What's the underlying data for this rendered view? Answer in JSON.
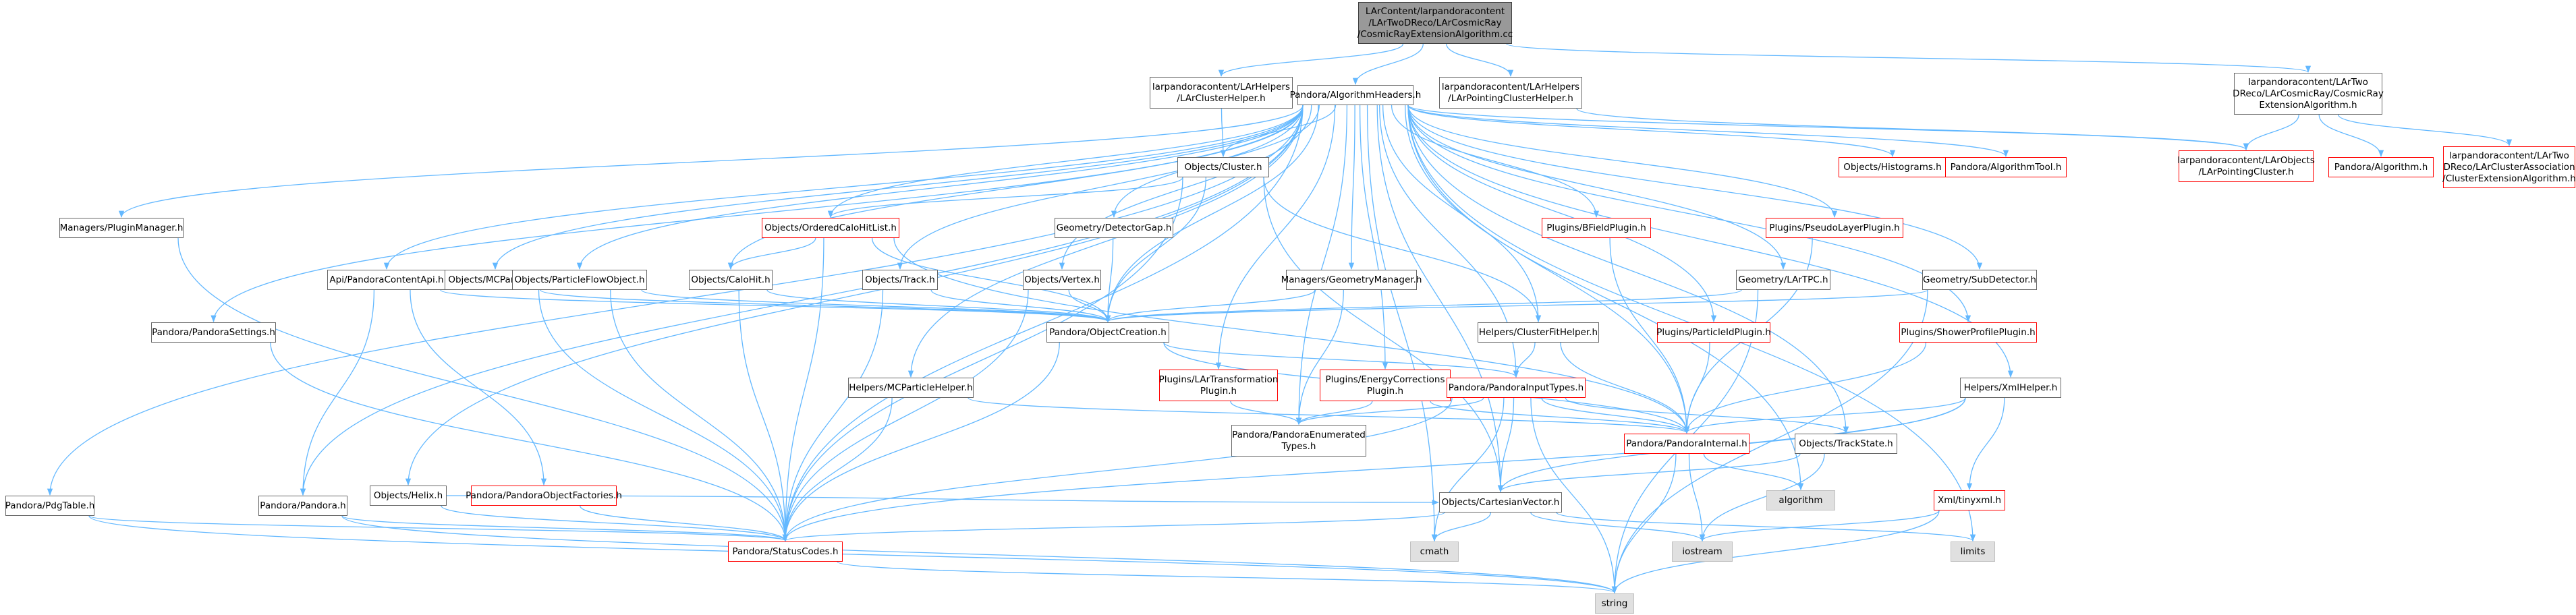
{
  "nodes": [
    {
      "id": "root",
      "lines": [
        "LArContent/larpandoracontent",
        "/LArTwoDReco/LArCosmicRay",
        "/CosmicRayExtensionAlgorithm.cc"
      ],
      "kind": "root"
    },
    {
      "id": "clusterhelper",
      "lines": [
        "larpandoracontent/LArHelpers",
        "/LArClusterHelper.h"
      ],
      "kind": "normal"
    },
    {
      "id": "alghdr",
      "lines": [
        "Pandora/AlgorithmHeaders.h"
      ],
      "kind": "normal"
    },
    {
      "id": "pointingclusterhelper",
      "lines": [
        "larpandoracontent/LArHelpers",
        "/LArPointingClusterHelper.h"
      ],
      "kind": "normal"
    },
    {
      "id": "cosmicalg",
      "lines": [
        "larpandoracontent/LArTwo",
        "DReco/LArCosmicRay/CosmicRay",
        "ExtensionAlgorithm.h"
      ],
      "kind": "normal"
    },
    {
      "id": "objcluster",
      "lines": [
        "Objects/Cluster.h"
      ],
      "kind": "normal"
    },
    {
      "id": "histograms",
      "lines": [
        "Objects/Histograms.h"
      ],
      "kind": "red"
    },
    {
      "id": "algtool",
      "lines": [
        "Pandora/AlgorithmTool.h"
      ],
      "kind": "red"
    },
    {
      "id": "pointingcluster",
      "lines": [
        "larpandoracontent/LArObjects",
        "/LArPointingCluster.h"
      ],
      "kind": "red"
    },
    {
      "id": "algorithmh",
      "lines": [
        "Pandora/Algorithm.h"
      ],
      "kind": "red"
    },
    {
      "id": "clusterext",
      "lines": [
        "larpandoracontent/LArTwo",
        "DReco/LArClusterAssociation",
        "/ClusterExtensionAlgorithm.h"
      ],
      "kind": "red"
    },
    {
      "id": "pluginmgr",
      "lines": [
        "Managers/PluginManager.h"
      ],
      "kind": "normal"
    },
    {
      "id": "orderedcalo",
      "lines": [
        "Objects/OrderedCaloHitList.h"
      ],
      "kind": "red"
    },
    {
      "id": "detectorgap",
      "lines": [
        "Geometry/DetectorGap.h"
      ],
      "kind": "normal"
    },
    {
      "id": "bfield",
      "lines": [
        "Plugins/BFieldPlugin.h"
      ],
      "kind": "red"
    },
    {
      "id": "pseudolayer",
      "lines": [
        "Plugins/PseudoLayerPlugin.h"
      ],
      "kind": "red"
    },
    {
      "id": "contentapi",
      "lines": [
        "Api/PandoraContentApi.h"
      ],
      "kind": "normal"
    },
    {
      "id": "mcparticle",
      "lines": [
        "Objects/MCParticle.h"
      ],
      "kind": "normal"
    },
    {
      "id": "pfo",
      "lines": [
        "Objects/ParticleFlowObject.h"
      ],
      "kind": "normal"
    },
    {
      "id": "calohit",
      "lines": [
        "Objects/CaloHit.h"
      ],
      "kind": "normal"
    },
    {
      "id": "track",
      "lines": [
        "Objects/Track.h"
      ],
      "kind": "normal"
    },
    {
      "id": "vertex",
      "lines": [
        "Objects/Vertex.h"
      ],
      "kind": "normal"
    },
    {
      "id": "geomgr",
      "lines": [
        "Managers/GeometryManager.h"
      ],
      "kind": "normal"
    },
    {
      "id": "lartpc",
      "lines": [
        "Geometry/LArTPC.h"
      ],
      "kind": "normal"
    },
    {
      "id": "subdetector",
      "lines": [
        "Geometry/SubDetector.h"
      ],
      "kind": "normal"
    },
    {
      "id": "settings",
      "lines": [
        "Pandora/PandoraSettings.h"
      ],
      "kind": "normal"
    },
    {
      "id": "objcreation",
      "lines": [
        "Pandora/ObjectCreation.h"
      ],
      "kind": "normal"
    },
    {
      "id": "clusterfit",
      "lines": [
        "Helpers/ClusterFitHelper.h"
      ],
      "kind": "normal"
    },
    {
      "id": "pid",
      "lines": [
        "Plugins/ParticleIdPlugin.h"
      ],
      "kind": "red"
    },
    {
      "id": "showerprofile",
      "lines": [
        "Plugins/ShowerProfilePlugin.h"
      ],
      "kind": "red"
    },
    {
      "id": "mchelper",
      "lines": [
        "Helpers/MCParticleHelper.h"
      ],
      "kind": "normal"
    },
    {
      "id": "lartransform",
      "lines": [
        "Plugins/LArTransformation",
        "Plugin.h"
      ],
      "kind": "red"
    },
    {
      "id": "energycorr",
      "lines": [
        "Plugins/EnergyCorrections",
        "Plugin.h"
      ],
      "kind": "red"
    },
    {
      "id": "inputtypes",
      "lines": [
        "Pandora/PandoraInputTypes.h"
      ],
      "kind": "red"
    },
    {
      "id": "xmlhelper",
      "lines": [
        "Helpers/XmlHelper.h"
      ],
      "kind": "normal"
    },
    {
      "id": "enumtypes",
      "lines": [
        "Pandora/PandoraEnumerated",
        "Types.h"
      ],
      "kind": "normal"
    },
    {
      "id": "internal",
      "lines": [
        "Pandora/PandoraInternal.h"
      ],
      "kind": "red"
    },
    {
      "id": "trackstate",
      "lines": [
        "Objects/TrackState.h"
      ],
      "kind": "normal"
    },
    {
      "id": "helix",
      "lines": [
        "Objects/Helix.h"
      ],
      "kind": "normal"
    },
    {
      "id": "objfactories",
      "lines": [
        "Pandora/PandoraObjectFactories.h"
      ],
      "kind": "red"
    },
    {
      "id": "algorithm",
      "lines": [
        "algorithm"
      ],
      "kind": "sys"
    },
    {
      "id": "tinyxml",
      "lines": [
        "Xml/tinyxml.h"
      ],
      "kind": "red"
    },
    {
      "id": "pandorah",
      "lines": [
        "Pandora/Pandora.h"
      ],
      "kind": "normal"
    },
    {
      "id": "cartesian",
      "lines": [
        "Objects/CartesianVector.h"
      ],
      "kind": "normal"
    },
    {
      "id": "pdgtable",
      "lines": [
        "Pandora/PdgTable.h"
      ],
      "kind": "normal"
    },
    {
      "id": "statuscodes",
      "lines": [
        "Pandora/StatusCodes.h"
      ],
      "kind": "red"
    },
    {
      "id": "cmath",
      "lines": [
        "cmath"
      ],
      "kind": "sys"
    },
    {
      "id": "iostream",
      "lines": [
        "iostream"
      ],
      "kind": "sys"
    },
    {
      "id": "limits",
      "lines": [
        "limits"
      ],
      "kind": "sys"
    },
    {
      "id": "string",
      "lines": [
        "string"
      ],
      "kind": "sys"
    }
  ],
  "edges": [
    [
      "root",
      "clusterhelper"
    ],
    [
      "root",
      "alghdr"
    ],
    [
      "root",
      "pointingclusterhelper"
    ],
    [
      "root",
      "cosmicalg"
    ],
    [
      "clusterhelper",
      "objcluster"
    ],
    [
      "alghdr",
      "objcluster"
    ],
    [
      "alghdr",
      "histograms"
    ],
    [
      "alghdr",
      "algtool"
    ],
    [
      "alghdr",
      "pluginmgr"
    ],
    [
      "alghdr",
      "orderedcalo"
    ],
    [
      "alghdr",
      "detectorgap"
    ],
    [
      "alghdr",
      "bfield"
    ],
    [
      "alghdr",
      "pseudolayer"
    ],
    [
      "alghdr",
      "contentapi"
    ],
    [
      "alghdr",
      "mcparticle"
    ],
    [
      "alghdr",
      "pfo"
    ],
    [
      "alghdr",
      "calohit"
    ],
    [
      "alghdr",
      "track"
    ],
    [
      "alghdr",
      "vertex"
    ],
    [
      "alghdr",
      "geomgr"
    ],
    [
      "alghdr",
      "lartpc"
    ],
    [
      "alghdr",
      "subdetector"
    ],
    [
      "alghdr",
      "settings"
    ],
    [
      "alghdr",
      "objcreation"
    ],
    [
      "alghdr",
      "clusterfit"
    ],
    [
      "alghdr",
      "pid"
    ],
    [
      "alghdr",
      "showerprofile"
    ],
    [
      "alghdr",
      "mchelper"
    ],
    [
      "alghdr",
      "lartransform"
    ],
    [
      "alghdr",
      "energycorr"
    ],
    [
      "alghdr",
      "inputtypes"
    ],
    [
      "alghdr",
      "xmlhelper"
    ],
    [
      "alghdr",
      "enumtypes"
    ],
    [
      "alghdr",
      "internal"
    ],
    [
      "alghdr",
      "trackstate"
    ],
    [
      "alghdr",
      "helix"
    ],
    [
      "alghdr",
      "pdgtable"
    ],
    [
      "alghdr",
      "statuscodes"
    ],
    [
      "alghdr",
      "cmath"
    ],
    [
      "alghdr",
      "algorithm"
    ],
    [
      "alghdr",
      "limits"
    ],
    [
      "alghdr",
      "cartesian"
    ],
    [
      "alghdr",
      "pandorah"
    ],
    [
      "alghdr",
      "pointingcluster"
    ],
    [
      "pointingclusterhelper",
      "pointingcluster"
    ],
    [
      "cosmicalg",
      "algorithmh"
    ],
    [
      "cosmicalg",
      "clusterext"
    ],
    [
      "cosmicalg",
      "pointingcluster"
    ],
    [
      "objcluster",
      "orderedcalo"
    ],
    [
      "objcluster",
      "objcreation"
    ],
    [
      "objcluster",
      "clusterfit"
    ],
    [
      "objcluster",
      "cartesian"
    ],
    [
      "objcluster",
      "statuscodes"
    ],
    [
      "orderedcalo",
      "calohit"
    ],
    [
      "orderedcalo",
      "objcreation"
    ],
    [
      "orderedcalo",
      "internal"
    ],
    [
      "orderedcalo",
      "statuscodes"
    ],
    [
      "detectorgap",
      "objcreation"
    ],
    [
      "bfield",
      "internal"
    ],
    [
      "pseudolayer",
      "internal"
    ],
    [
      "pid",
      "internal"
    ],
    [
      "showerprofile",
      "internal"
    ],
    [
      "pluginmgr",
      "statuscodes"
    ],
    [
      "contentapi",
      "objcreation"
    ],
    [
      "contentapi",
      "pandorah"
    ],
    [
      "contentapi",
      "objfactories"
    ],
    [
      "mcparticle",
      "objcreation"
    ],
    [
      "mcparticle",
      "statuscodes"
    ],
    [
      "pfo",
      "objcreation"
    ],
    [
      "pfo",
      "statuscodes"
    ],
    [
      "calohit",
      "objcreation"
    ],
    [
      "calohit",
      "statuscodes"
    ],
    [
      "track",
      "objcreation"
    ],
    [
      "track",
      "statuscodes"
    ],
    [
      "vertex",
      "objcreation"
    ],
    [
      "vertex",
      "statuscodes"
    ],
    [
      "geomgr",
      "objcreation"
    ],
    [
      "geomgr",
      "enumtypes"
    ],
    [
      "lartpc",
      "objcreation"
    ],
    [
      "lartpc",
      "string"
    ],
    [
      "subdetector",
      "objcreation"
    ],
    [
      "subdetector",
      "string"
    ],
    [
      "settings",
      "statuscodes"
    ],
    [
      "objcreation",
      "inputtypes"
    ],
    [
      "objcreation",
      "internal"
    ],
    [
      "objcreation",
      "statuscodes"
    ],
    [
      "clusterfit",
      "inputtypes"
    ],
    [
      "clusterfit",
      "internal"
    ],
    [
      "mchelper",
      "internal"
    ],
    [
      "mchelper",
      "statuscodes"
    ],
    [
      "lartransform",
      "enumtypes"
    ],
    [
      "energycorr",
      "enumtypes"
    ],
    [
      "energycorr",
      "internal"
    ],
    [
      "inputtypes",
      "enumtypes"
    ],
    [
      "inputtypes",
      "internal"
    ],
    [
      "inputtypes",
      "trackstate"
    ],
    [
      "inputtypes",
      "cartesian"
    ],
    [
      "inputtypes",
      "statuscodes"
    ],
    [
      "inputtypes",
      "cmath"
    ],
    [
      "inputtypes",
      "string"
    ],
    [
      "xmlhelper",
      "internal"
    ],
    [
      "xmlhelper",
      "cartesian"
    ],
    [
      "xmlhelper",
      "tinyxml"
    ],
    [
      "xmlhelper",
      "statuscodes"
    ],
    [
      "internal",
      "algorithm"
    ],
    [
      "internal",
      "iostream"
    ],
    [
      "internal",
      "string"
    ],
    [
      "trackstate",
      "cartesian"
    ],
    [
      "trackstate",
      "iostream"
    ],
    [
      "helix",
      "cartesian"
    ],
    [
      "helix",
      "statuscodes"
    ],
    [
      "objfactories",
      "statuscodes"
    ],
    [
      "tinyxml",
      "iostream"
    ],
    [
      "tinyxml",
      "string"
    ],
    [
      "pandorah",
      "statuscodes"
    ],
    [
      "pandorah",
      "string"
    ],
    [
      "cartesian",
      "statuscodes"
    ],
    [
      "cartesian",
      "cmath"
    ],
    [
      "cartesian",
      "iostream"
    ],
    [
      "cartesian",
      "limits"
    ],
    [
      "pdgtable",
      "statuscodes"
    ],
    [
      "pdgtable",
      "string"
    ],
    [
      "statuscodes",
      "string"
    ]
  ]
}
